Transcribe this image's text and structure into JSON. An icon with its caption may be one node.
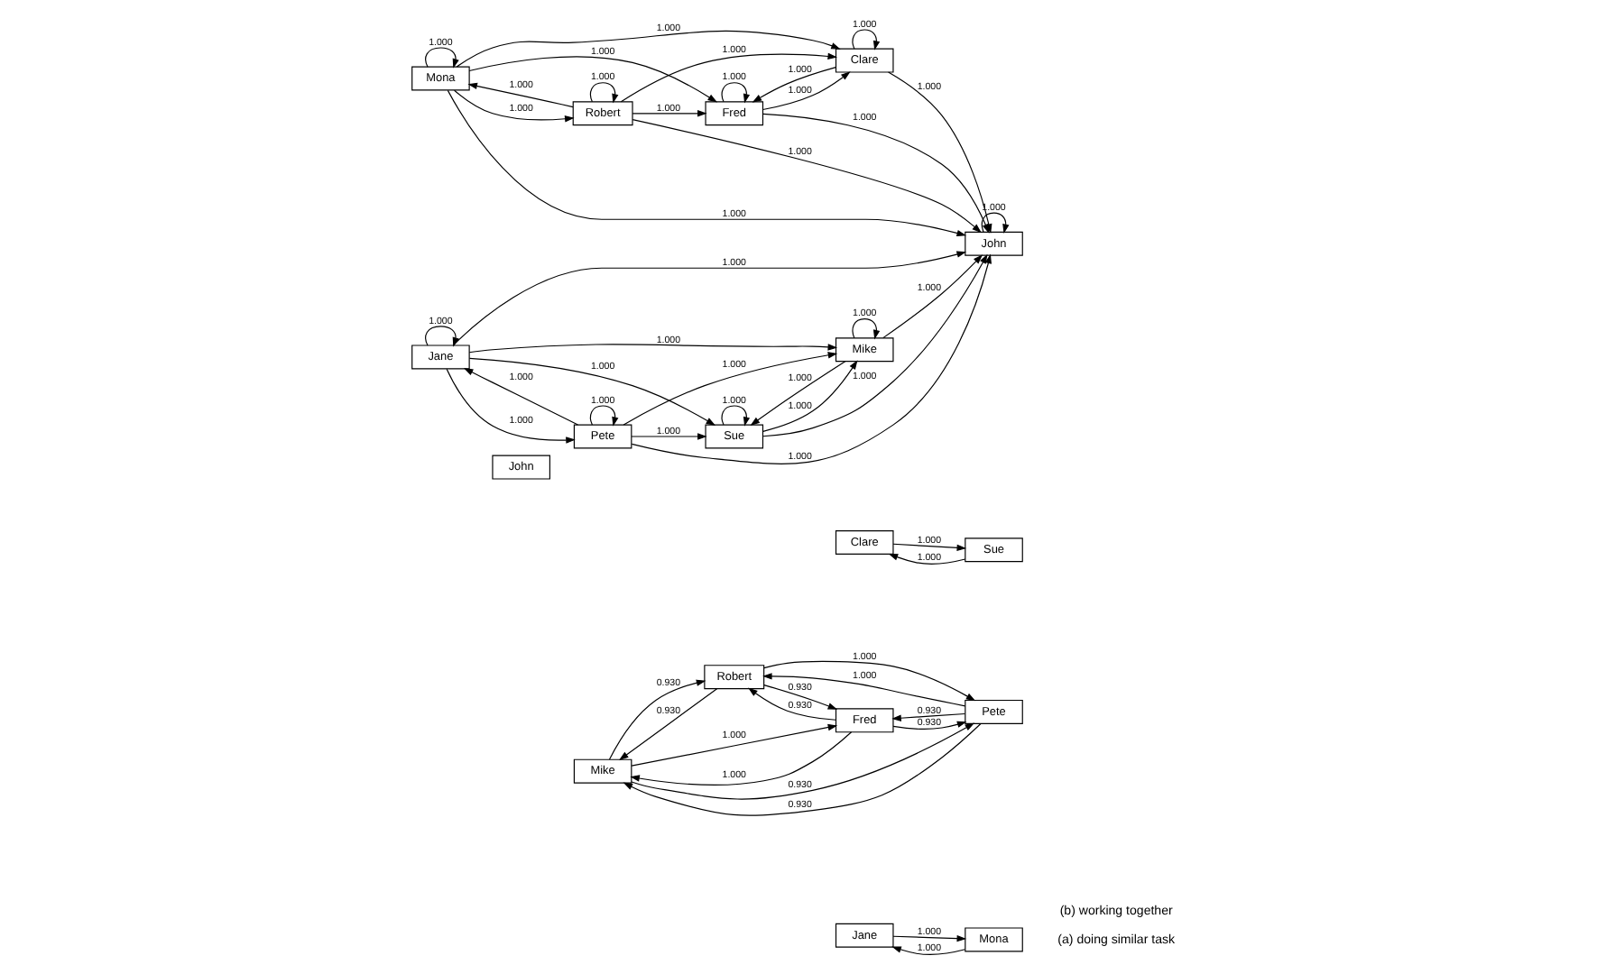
{
  "diagram": {
    "nodes": [
      {
        "text": [
          "John"
        ]
      },
      {
        "text": [
          "Jane"
        ]
      },
      {
        "text": [
          "Mona"
        ]
      },
      {
        "text": [
          "Mike"
        ]
      },
      {
        "text": [
          "Robert"
        ]
      },
      {
        "text": [
          "Pete"
        ]
      },
      {
        "text": [
          "Fred"
        ]
      },
      {
        "text": [
          "Clare"
        ]
      },
      {
        "text": [
          "Sue"
        ]
      },
      {
        "text": [
          "Mona"
        ]
      },
      {
        "text": [
          "Fred"
        ]
      },
      {
        "text": [
          "Robert"
        ]
      },
      {
        "text": [
          "Clare"
        ]
      },
      {
        "text": [
          "John"
        ]
      },
      {
        "text": [
          "Sue"
        ]
      },
      {
        "text": [
          "Jane"
        ]
      },
      {
        "text": [
          "Pete"
        ]
      },
      {
        "text": [
          "Mike"
        ]
      }
    ],
    "edges": [
      {
        "from": 1,
        "to": 2,
        "arrow": "to",
        "label": "1.000"
      },
      {
        "from": 2,
        "to": 1,
        "arrow": "to",
        "label": "1.000"
      },
      {
        "from": 3,
        "to": 5,
        "arrow": "to",
        "label": "0.930"
      },
      {
        "from": 5,
        "to": 3,
        "arrow": "to",
        "label": "0.930"
      },
      {
        "from": 6,
        "to": 3,
        "arrow": "to",
        "label": "1.000"
      },
      {
        "from": 3,
        "to": 6,
        "arrow": "to",
        "label": "1.000"
      },
      {
        "from": 3,
        "to": 4,
        "arrow": "to",
        "label": "0.930"
      },
      {
        "from": 4,
        "to": 3,
        "arrow": "to",
        "label": "0.930"
      },
      {
        "from": 5,
        "to": 4,
        "arrow": "to",
        "label": "1.000"
      },
      {
        "from": 4,
        "to": 5,
        "arrow": "to",
        "label": "1.000"
      },
      {
        "from": 6,
        "to": 4,
        "arrow": "to",
        "label": "0.930"
      },
      {
        "from": 4,
        "to": 6,
        "arrow": "to",
        "label": "0.930"
      },
      {
        "from": 6,
        "to": 5,
        "arrow": "to",
        "label": "0.930"
      },
      {
        "from": 5,
        "to": 6,
        "arrow": "to",
        "label": "0.930"
      },
      {
        "from": 7,
        "to": 8,
        "arrow": "to",
        "label": "1.000"
      },
      {
        "from": 8,
        "to": 7,
        "arrow": "to",
        "label": "1.000"
      },
      {
        "from": 9,
        "to": 9,
        "arrow": "to",
        "label": "1.000"
      },
      {
        "from": 9,
        "to": 10,
        "arrow": "to",
        "label": "1.000"
      },
      {
        "from": 9,
        "to": 12,
        "arrow": "to",
        "label": "1.000"
      },
      {
        "from": 10,
        "to": 10,
        "arrow": "to",
        "label": "1.000"
      },
      {
        "from": 11,
        "to": 10,
        "arrow": "to",
        "label": "1.000"
      },
      {
        "from": 12,
        "to": 10,
        "arrow": "to",
        "label": "1.000"
      },
      {
        "from": 10,
        "to": 12,
        "arrow": "to",
        "label": "1.000"
      },
      {
        "from": 10,
        "to": 13,
        "arrow": "to",
        "label": "1.000"
      },
      {
        "from": 11,
        "to": 9,
        "arrow": "to",
        "label": "1.000"
      },
      {
        "from": 11,
        "to": 11,
        "arrow": "to",
        "label": "1.000"
      },
      {
        "from": 12,
        "to": 12,
        "arrow": "to",
        "label": "1.000"
      },
      {
        "from": 9,
        "to": 11,
        "arrow": "to",
        "label": "1.000"
      },
      {
        "from": 11,
        "to": 12,
        "arrow": "to",
        "label": "1.000"
      },
      {
        "from": 12,
        "to": 13,
        "arrow": "to",
        "label": "1.000"
      },
      {
        "from": 11,
        "to": 13,
        "arrow": "to",
        "label": "1.000"
      },
      {
        "from": 9,
        "to": 13,
        "arrow": "to",
        "label": "1.000"
      },
      {
        "from": 13,
        "to": 13,
        "arrow": "to",
        "label": "1.000"
      },
      {
        "from": 14,
        "to": 14,
        "arrow": "to",
        "label": "1.000"
      },
      {
        "from": 14,
        "to": 13,
        "arrow": "to",
        "label": "1.000"
      },
      {
        "from": 15,
        "to": 15,
        "arrow": "to",
        "label": "1.000"
      },
      {
        "from": 15,
        "to": 14,
        "arrow": "to",
        "label": "1.000"
      },
      {
        "from": 16,
        "to": 14,
        "arrow": "to",
        "label": "1.000"
      },
      {
        "from": 17,
        "to": 14,
        "arrow": "to",
        "label": "1.000"
      },
      {
        "from": 14,
        "to": 17,
        "arrow": "to",
        "label": "1.000"
      },
      {
        "from": 15,
        "to": 17,
        "arrow": "to",
        "label": "1.000"
      },
      {
        "from": 17,
        "to": 13,
        "arrow": "to",
        "label": "1.000"
      },
      {
        "from": 16,
        "to": 15,
        "arrow": "to",
        "label": "1.000"
      },
      {
        "from": 16,
        "to": 16,
        "arrow": "to",
        "label": "1.000"
      },
      {
        "from": 17,
        "to": 17,
        "arrow": "to",
        "label": "1.000"
      },
      {
        "from": 15,
        "to": 16,
        "arrow": "to",
        "label": "1.000"
      },
      {
        "from": 16,
        "to": 17,
        "arrow": "to",
        "label": "1.000"
      },
      {
        "from": 16,
        "to": 13,
        "arrow": "to",
        "label": "1.000"
      },
      {
        "from": 15,
        "to": 13,
        "arrow": "to",
        "label": "1.000"
      }
    ],
    "labels": [
      "(a) doing similar task",
      "(b) working together"
    ]
  }
}
